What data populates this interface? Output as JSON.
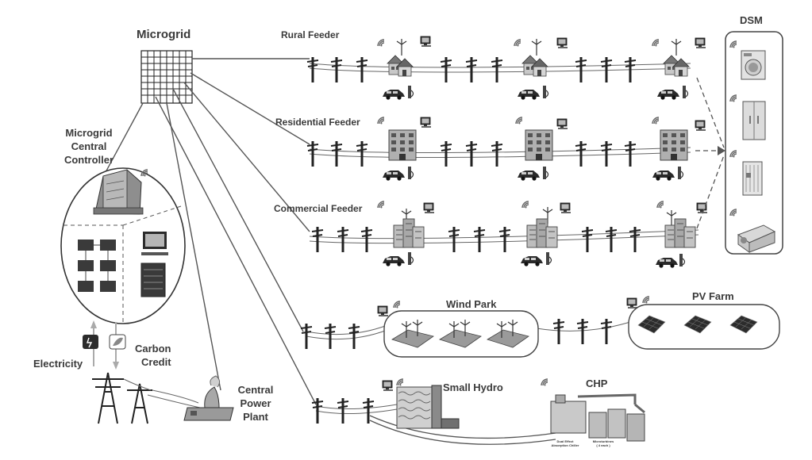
{
  "labels": {
    "microgrid": "Microgrid",
    "controller": [
      "Microgrid",
      "Central",
      "Controller"
    ],
    "rural_feeder": "Rural Feeder",
    "residential_feeder": "Residential Feeder",
    "commercial_feeder": "Commercial Feeder",
    "dsm": "DSM",
    "wind_park": "Wind Park",
    "pv_farm": "PV Farm",
    "small_hydro": "Small Hydro",
    "chp": "CHP",
    "electricity": "Electricity",
    "carbon_credit": [
      "Carbon",
      "Credit"
    ],
    "central_power_plant": [
      "Central",
      "Power",
      "Plant"
    ],
    "chp_chiller": [
      "Dual Effect",
      "Absorption Chiller"
    ],
    "chp_microturbines": [
      "Microturbines",
      "( 4 each )"
    ]
  },
  "colors": {
    "line": "#555555",
    "dark": "#2b2b2b",
    "panel_stroke": "#6a6a6a",
    "building": "#9a9a9a",
    "label": "#3a3a3a"
  },
  "icons": [
    "wifi-icon",
    "tower-icon",
    "house-icon",
    "wind-turbine-icon",
    "computer-icon",
    "car-icon",
    "charger-icon",
    "building-icon",
    "factory-icon",
    "solar-panel-icon",
    "washing-machine-icon",
    "fridge-icon",
    "heater-icon",
    "ac-unit-icon",
    "battery-icon",
    "server-icon",
    "transmission-tower-icon",
    "power-plant-icon",
    "dam-icon",
    "chp-plant-icon"
  ]
}
